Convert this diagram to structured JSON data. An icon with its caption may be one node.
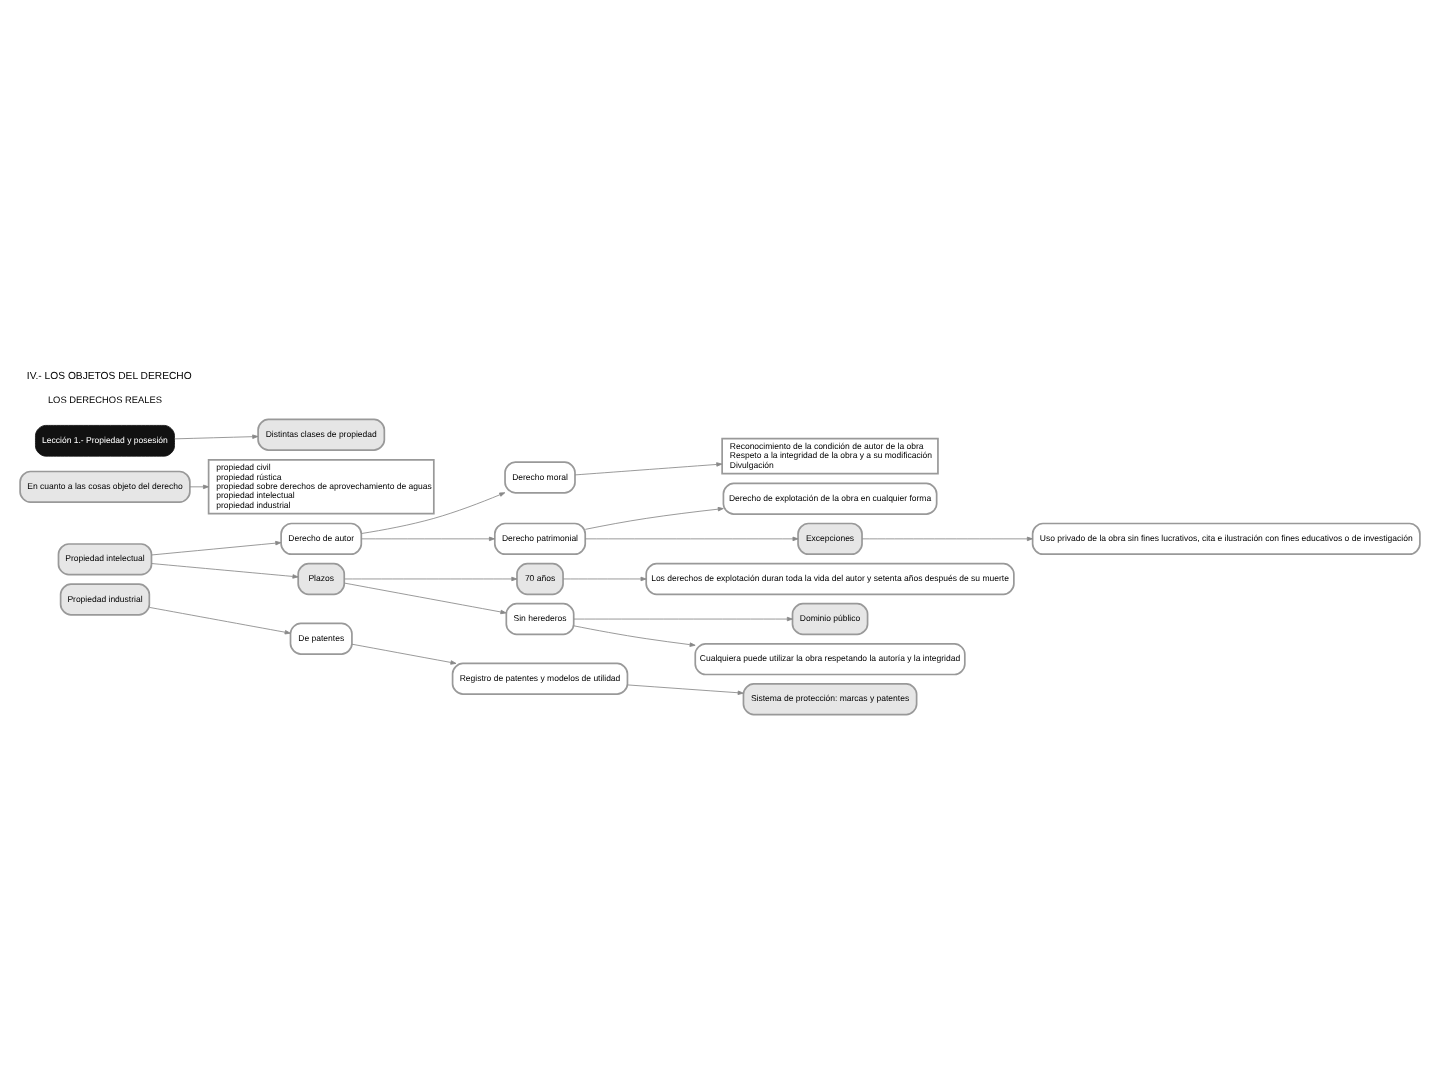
{
  "diagram": {
    "title": "IV.- LOS OBJETOS DEL DERECHO",
    "nodes": [
      {
        "text": [
          "Lección 1.- Propiedad y posesión"
        ]
      },
      {
        "text": [
          "Distintas clases de propiedad"
        ]
      },
      {
        "text": [
          "En cuanto a las cosas objeto del derecho"
        ]
      },
      {
        "text": [
          "propiedad civil",
          "propiedad rústica",
          "propiedad sobre derechos de aprovechamiento de aguas",
          "propiedad intelectual",
          "propiedad industrial"
        ]
      },
      {
        "text": [
          "Propiedad intelectual"
        ]
      },
      {
        "text": [
          "Derecho de autor"
        ]
      },
      {
        "text": [
          "Derecho moral"
        ]
      },
      {
        "text": [
          "Reconocimiento de la condición de autor de la obra",
          "Respeto a la integridad de la obra y a su modificación",
          "Divulgación"
        ]
      },
      {
        "text": [
          "Derecho patrimonial"
        ]
      },
      {
        "text": [
          "Derecho de explotación de la obra en cualquier forma"
        ]
      },
      {
        "text": [
          "Excepciones"
        ]
      },
      {
        "text": [
          "Uso privado de la obra sin fines lucrativos, cita e ilustración con fines educativos o de investigación"
        ]
      },
      {
        "text": [
          "Plazos"
        ]
      },
      {
        "text": [
          "70 años"
        ]
      },
      {
        "text": [
          "Los derechos de explotación duran toda la vida del autor y setenta años después de su muerte"
        ]
      },
      {
        "text": [
          "Sin herederos"
        ]
      },
      {
        "text": [
          "Dominio público"
        ]
      },
      {
        "text": [
          "Cualquiera puede utilizar la obra respetando la autoría y la integridad"
        ]
      },
      {
        "text": [
          "Propiedad industrial"
        ]
      },
      {
        "text": [
          "De patentes"
        ]
      },
      {
        "text": [
          "Registro de patentes y modelos de utilidad"
        ]
      },
      {
        "text": [
          "Sistema de protección: marcas y patentes"
        ]
      }
    ],
    "edges": [
      {
        "from": 0,
        "to": 1,
        "arrow": "to"
      },
      {
        "from": 2,
        "to": 3,
        "arrow": "to"
      },
      {
        "from": 4,
        "to": 5,
        "arrow": "to"
      },
      {
        "from": 4,
        "to": 12,
        "arrow": "to"
      },
      {
        "from": 5,
        "to": 6,
        "arrow": "to"
      },
      {
        "from": 5,
        "to": 8,
        "arrow": "to"
      },
      {
        "from": 6,
        "to": 7,
        "arrow": "to"
      },
      {
        "from": 8,
        "to": 9,
        "arrow": "to"
      },
      {
        "from": 8,
        "to": 10,
        "arrow": "to"
      },
      {
        "from": 10,
        "to": 11,
        "arrow": "to"
      },
      {
        "from": 12,
        "to": 13,
        "arrow": "to"
      },
      {
        "from": 12,
        "to": 15,
        "arrow": "to"
      },
      {
        "from": 13,
        "to": 14,
        "arrow": "to"
      },
      {
        "from": 15,
        "to": 16,
        "arrow": "to"
      },
      {
        "from": 15,
        "to": 17,
        "arrow": "to"
      },
      {
        "from": 18,
        "to": 19,
        "arrow": "to"
      },
      {
        "from": 19,
        "to": 20,
        "arrow": "to"
      },
      {
        "from": 20,
        "to": 21,
        "arrow": "to"
      }
    ],
    "labels": [
      "LOS DERECHOS REALES"
    ]
  }
}
